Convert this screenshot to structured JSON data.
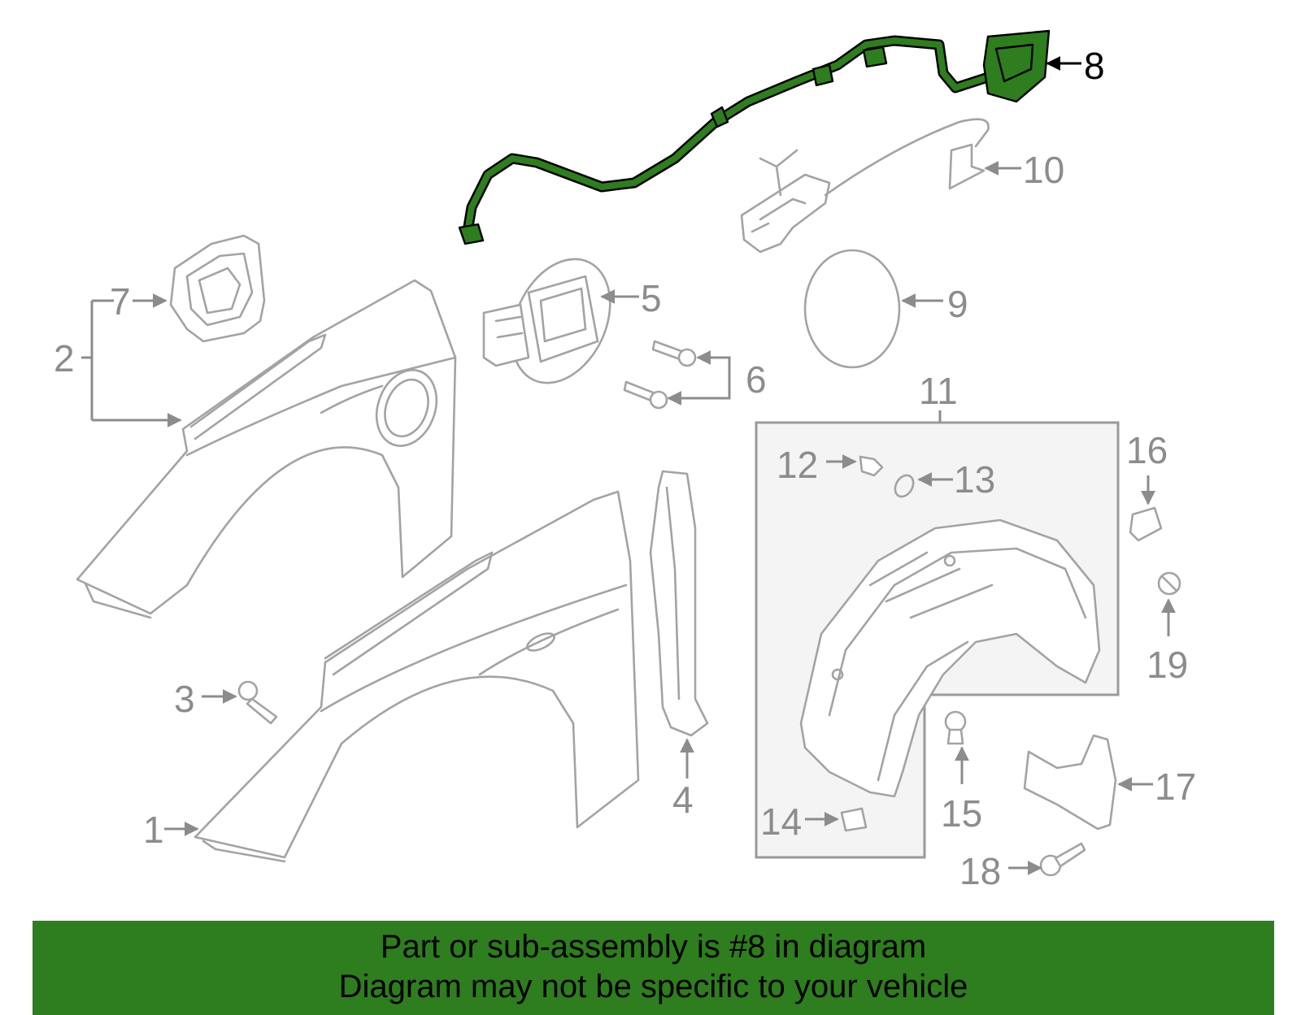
{
  "diagram": {
    "highlight_color": "#2e7d1e",
    "highlighted_part": "8",
    "callouts": [
      "1",
      "2",
      "3",
      "4",
      "5",
      "6",
      "7",
      "8",
      "9",
      "10",
      "11",
      "12",
      "13",
      "14",
      "15",
      "16",
      "17",
      "18",
      "19"
    ]
  },
  "banner": {
    "line1": "Part or sub-assembly is #8 in diagram",
    "line2": "Diagram may not be specific to your vehicle",
    "background": "#2e7d1e"
  }
}
